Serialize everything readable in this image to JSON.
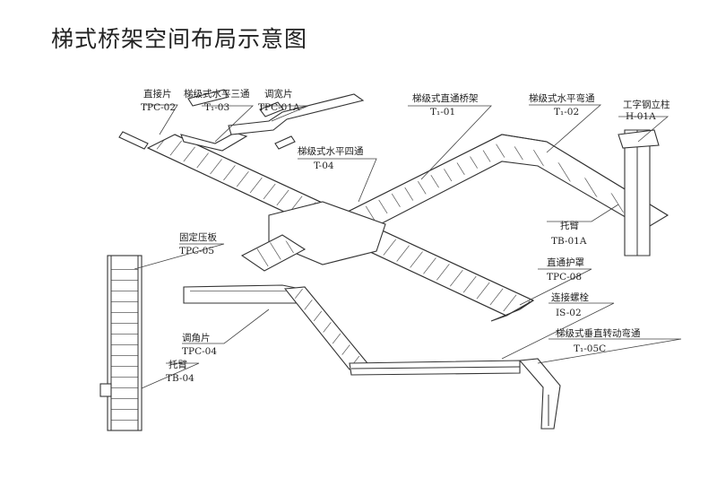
{
  "title": "梯式桥架空间布局示意图",
  "labels": [
    {
      "name": "直接片",
      "code": "TPC-02"
    },
    {
      "name": "梯级式水平三通",
      "code": "T₁-03"
    },
    {
      "name": "调宽片",
      "code": "TPC-01A"
    },
    {
      "name": "梯级式直通桥架",
      "code": "T₁-01"
    },
    {
      "name": "梯级式水平弯通",
      "code": "T₁-02"
    },
    {
      "name": "工字钢立柱",
      "code": "H-01A"
    },
    {
      "name": "梯级式水平四通",
      "code": "T-04"
    },
    {
      "name": "托臂",
      "code": "TB-01A"
    },
    {
      "name": "固定压板",
      "code": "TPC-05"
    },
    {
      "name": "直通护罩",
      "code": "TPC-08"
    },
    {
      "name": "连接螺栓",
      "code": "IS-02"
    },
    {
      "name": "调角片",
      "code": "TPC-04"
    },
    {
      "name": "梯级式垂直转动弯通",
      "code": "T₁-05C"
    },
    {
      "name": "托臂",
      "code": "TB-04"
    }
  ]
}
